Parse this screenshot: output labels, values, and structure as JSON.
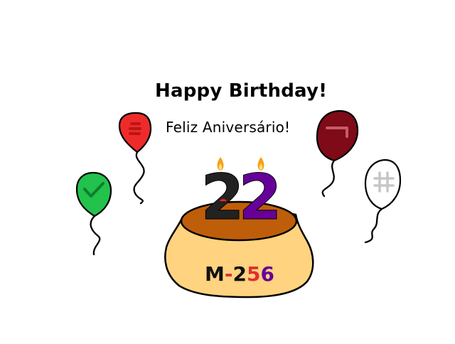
{
  "greeting": {
    "title": "Happy Birthday!",
    "subtitle": "Feliz Aniversário!"
  },
  "candles": {
    "digits": [
      "2",
      "2"
    ],
    "colors": [
      "#222222",
      "#660099"
    ],
    "flame_color": "#f7a21b",
    "flame_inner_color": "#ffe27a"
  },
  "cake": {
    "label_parts": [
      {
        "text": "M",
        "color": "#111111"
      },
      {
        "text": "-",
        "color": "#e03030"
      },
      {
        "text": "2",
        "color": "#111111"
      },
      {
        "text": "5",
        "color": "#e03030"
      },
      {
        "text": "6",
        "color": "#660099"
      }
    ],
    "body_color": "#ffd37f",
    "top_color": "#bf5e0a",
    "outline_color": "#000000"
  },
  "balloons": [
    {
      "name": "red",
      "color": "#ee2b2b",
      "icon": "equals-icon",
      "icon_color": "#bb1515"
    },
    {
      "name": "green",
      "color": "#22c24d",
      "icon": "checkmark-icon",
      "icon_color": "#0f7f2c"
    },
    {
      "name": "dark-red",
      "color": "#7f0a18",
      "icon": "not-sign-icon",
      "icon_color": "#c25d68"
    },
    {
      "name": "white",
      "color": "#ffffff",
      "icon": "hash-icon",
      "icon_color": "#c6c6c6"
    }
  ]
}
